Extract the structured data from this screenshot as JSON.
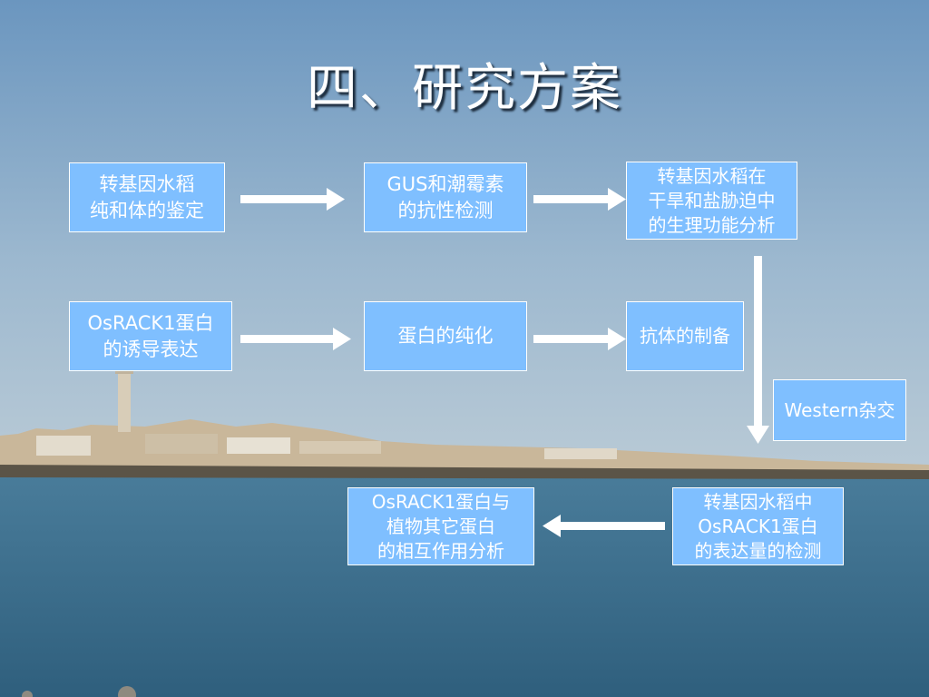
{
  "slide": {
    "title": "四、研究方案"
  },
  "boxes": {
    "b1": "转基因水稻\n纯和体的鉴定",
    "b2": "GUS和潮霉素\n的抗性检测",
    "b3": "转基因水稻在\n干旱和盐胁迫中\n的生理功能分析",
    "b4": "OsRACK1蛋白\n的诱导表达",
    "b5": "蛋白的纯化",
    "b6": "抗体的制备",
    "b7": "Western杂交",
    "b8": "转基因水稻中\nOsRACK1蛋白\n的表达量的检测",
    "b9": "OsRACK1蛋白与\n植物其它蛋白\n的相互作用分析"
  },
  "colors": {
    "box_fill": "#7fbfff",
    "text": "#ffffff",
    "sky_top": "#6f9ac2",
    "sea": "#3f7190"
  }
}
